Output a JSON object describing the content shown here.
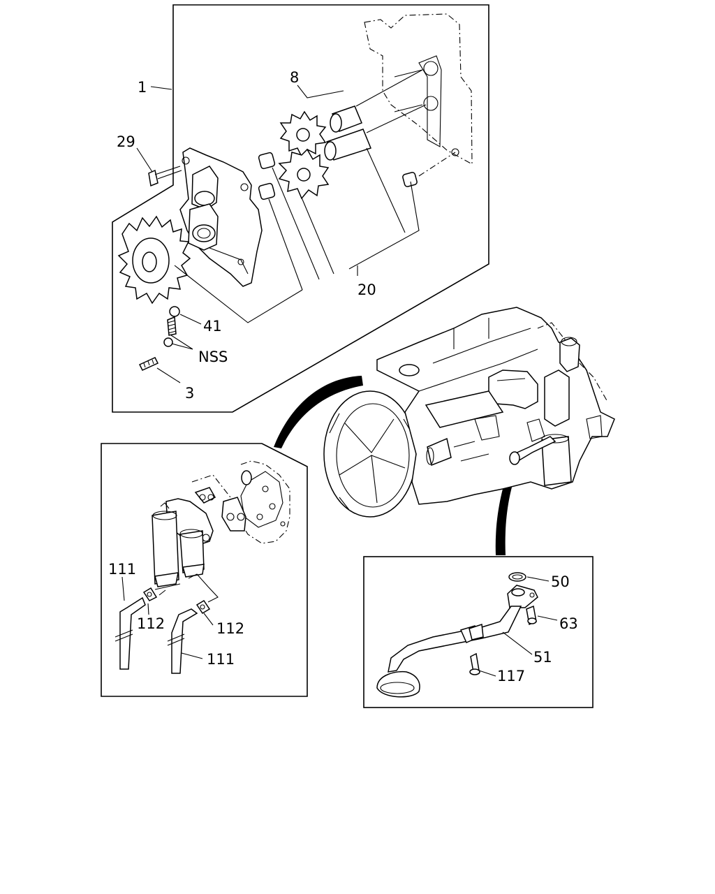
{
  "callouts": {
    "c1": "1",
    "c29": "29",
    "c8": "8",
    "c20": "20",
    "c41": "41",
    "nss": "NSS",
    "c3": "3",
    "c111a": "111",
    "c112a": "112",
    "c112b": "112",
    "c111b": "111",
    "c50": "50",
    "c63": "63",
    "c51": "51",
    "c117": "117"
  }
}
